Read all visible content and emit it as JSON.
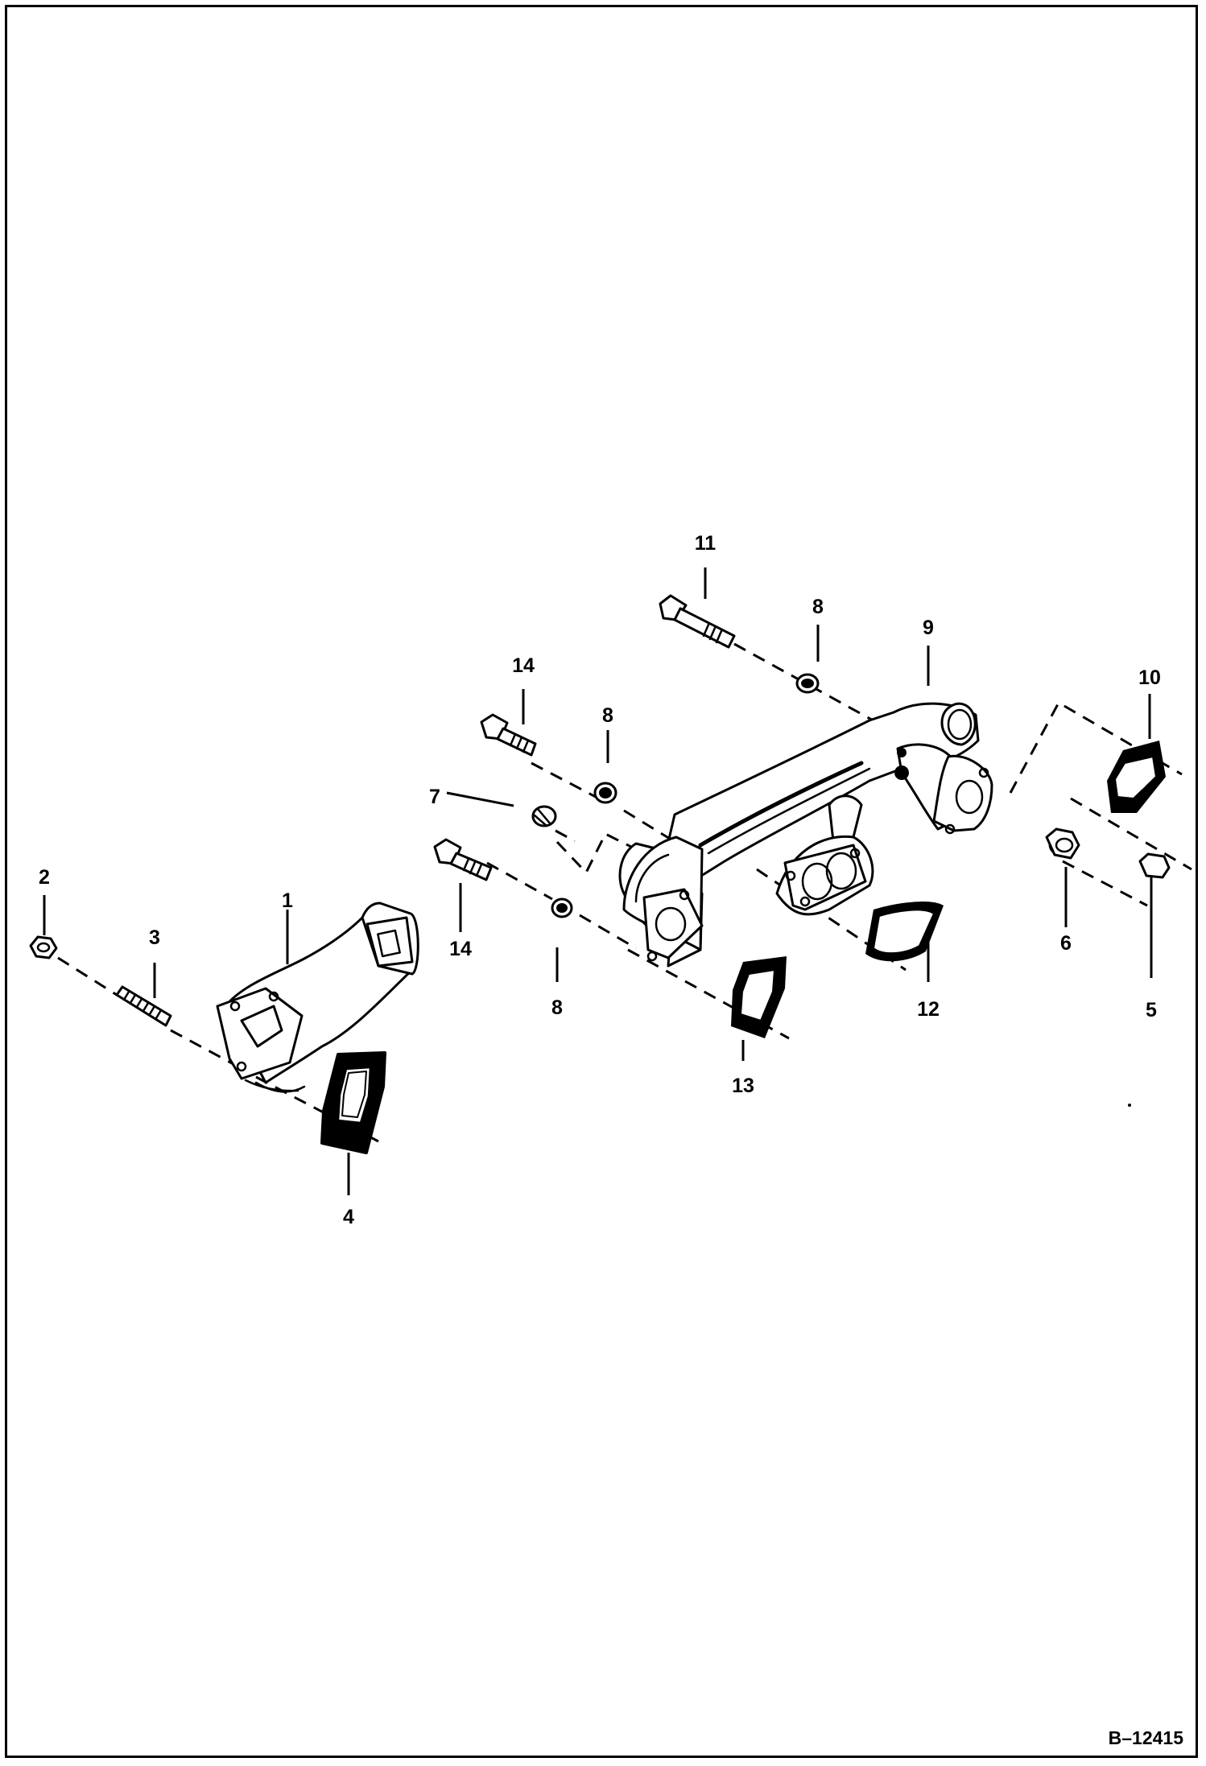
{
  "callouts": {
    "c1": "1",
    "c2": "2",
    "c3": "3",
    "c4": "4",
    "c5": "5",
    "c6": "6",
    "c7": "7",
    "c8a": "8",
    "c8b": "8",
    "c8c": "8",
    "c9": "9",
    "c10": "10",
    "c11": "11",
    "c12": "12",
    "c13": "13",
    "c14a": "14",
    "c14b": "14"
  },
  "reference": "B–12415"
}
